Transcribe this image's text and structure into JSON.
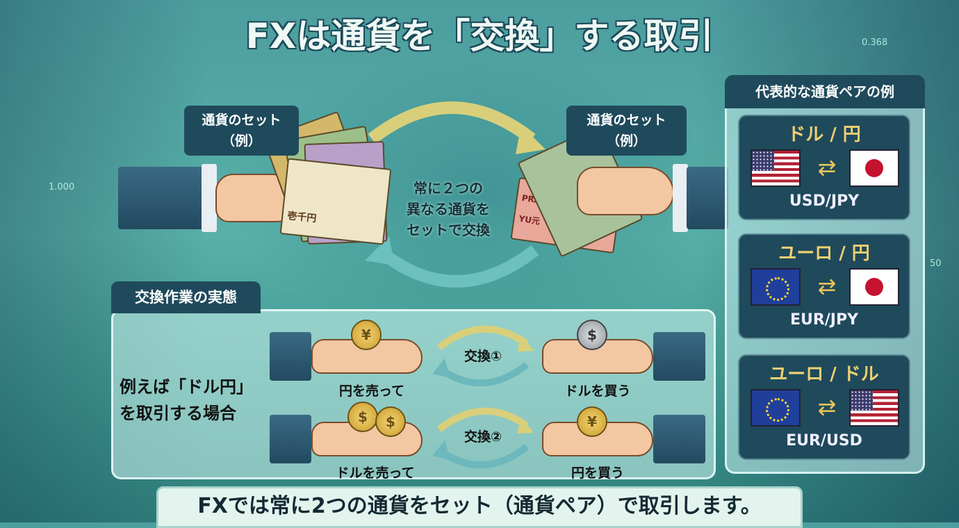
{
  "title": "FXは通貨を「交換」する取引",
  "decor": {
    "tick_top_right": "0.368",
    "tick_left": "1.000",
    "tick_right": "50"
  },
  "hero": {
    "left_label": [
      "通貨のセット",
      "（例）"
    ],
    "right_label": [
      "通貨のセット",
      "（例）"
    ],
    "center_text": [
      "常に２つの",
      "異なる通貨を",
      "セットで交換"
    ],
    "bill_text_left": "壱千円",
    "bill_text_right": [
      "PRAE",
      "YU元"
    ]
  },
  "exchange_section": {
    "tab": "交換作業の実態",
    "example": [
      "例えば「ドル円」",
      "を取引する場合"
    ],
    "rows": [
      {
        "sell": "円を売って",
        "exchange": "交換①",
        "buy": "ドルを買う",
        "sell_coin": "¥",
        "buy_coin": "$"
      },
      {
        "sell": "ドルを売って",
        "exchange": "交換②",
        "buy": "円を買う",
        "sell_coin": "$",
        "buy_coin": "¥"
      }
    ]
  },
  "pairs_panel": {
    "heading": "代表的な通貨ペアの例",
    "pairs": [
      {
        "name": "ドル / 円",
        "code": "USD/JPY",
        "flags": [
          "us",
          "jp"
        ]
      },
      {
        "name": "ユーロ / 円",
        "code": "EUR/JPY",
        "flags": [
          "eu",
          "jp"
        ]
      },
      {
        "name": "ユーロ / ドル",
        "code": "EUR/USD",
        "flags": [
          "eu",
          "us"
        ]
      }
    ]
  },
  "footer": "FXでは常に2つの通貨をセット（通貨ペア）で取引します。",
  "colors": {
    "dark_box": "#1f4a5b",
    "gold": "#f0cf72",
    "teal_bg": "#58b0a8"
  }
}
